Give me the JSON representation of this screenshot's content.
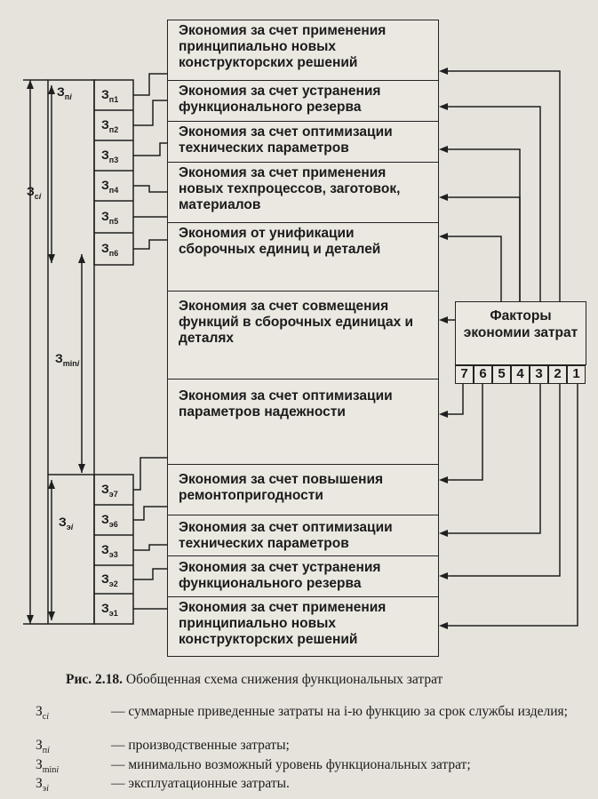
{
  "boxes": [
    "Экономия за счет применения принципиально новых конструкторских решений",
    "Экономия за счет устранения функционального резерва",
    "Экономия за счет оптимизации технических параметров",
    "Экономия за счет применения новых техпроцессов, заготовок, материалов",
    "Экономия от унификации сборочных единиц и деталей",
    "Экономия за счет совмещения функций в сборочных единицах и деталях",
    "Экономия за счет оптимизации параметров надежности",
    "Экономия за счет повышения ремонтопригодности",
    "Экономия за счет оптимизации технических параметров",
    "Экономия за счет устранения функционального резерва",
    "Экономия за счет применения принципиально новых конструкторских решений"
  ],
  "factors": {
    "title": "Факторы экономии затрат",
    "numbers": [
      "7",
      "6",
      "5",
      "4",
      "3",
      "2",
      "1"
    ]
  },
  "labels": {
    "sc": "З",
    "sc_sub": "c",
    "sn": "З",
    "sn_sub": "п",
    "smin": "З",
    "smin_sub": "min",
    "se": "З",
    "se_sub": "э",
    "i": "i",
    "n_items": [
      "1",
      "2",
      "3",
      "4",
      "5",
      "6"
    ],
    "e_items": [
      "7",
      "6",
      "3",
      "2",
      "1"
    ]
  },
  "caption": {
    "prefix": "Рис. 2.18.",
    "text": "Обобщенная схема снижения функциональных затрат"
  },
  "legend": [
    {
      "sym": "З",
      "sub": "c",
      "text": "— суммарные приведенные затраты на i-ю функцию за срок службы изделия;"
    },
    {
      "sym": "З",
      "sub": "п",
      "text": "— производственные затраты;"
    },
    {
      "sym": "З",
      "sub": "min",
      "text": "— минимально возможный уровень функциональных затрат;"
    },
    {
      "sym": "З",
      "sub": "э",
      "text": "— эксплуатационные затраты."
    }
  ]
}
